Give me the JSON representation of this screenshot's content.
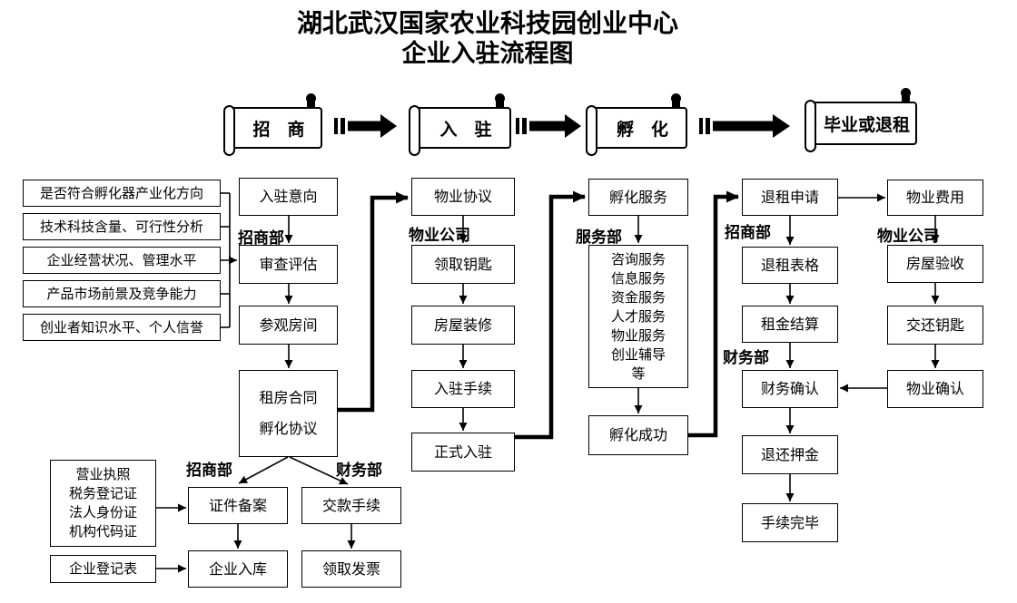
{
  "title": {
    "line1": "湖北武汉国家农业科技园创业中心",
    "line2": "企业入驻流程图"
  },
  "stages": {
    "s1": "招　商",
    "s2": "入　驻",
    "s3": "孵　化",
    "s4": "毕业或退租"
  },
  "criteria": [
    "是否符合孵化器产业化方向",
    "技术科技含量、可行性分析",
    "企业经营状况、管理水平",
    "产品市场前景及竞争能力",
    "创业者知识水平、个人信誉"
  ],
  "intake": {
    "dept": "招商部",
    "intention": "入驻意向",
    "review": "审查评估",
    "visit": "参观房间",
    "contract1": "租房合同",
    "contract2": "孵化协议"
  },
  "move_in": {
    "dept": "物业公司",
    "agreement": "物业协议",
    "keys": "领取钥匙",
    "renovation": "房屋装修",
    "procedures": "入驻手续",
    "official": "正式入驻"
  },
  "incubation": {
    "dept": "服务部",
    "service": "孵化服务",
    "services": [
      "咨询服务",
      "信息服务",
      "资金服务",
      "人才服务",
      "物业服务",
      "创业辅导",
      "等"
    ],
    "success": "孵化成功"
  },
  "exit": {
    "dept1": "招商部",
    "dept2": "财务部",
    "apply": "退租申请",
    "form": "退租表格",
    "settlement": "租金结算",
    "finance_confirm": "财务确认",
    "deposit": "退还押金",
    "complete": "手续完毕"
  },
  "property_exit": {
    "dept": "物业公司",
    "fee": "物业费用",
    "inspection": "房屋验收",
    "keys": "交还钥匙",
    "confirm": "物业确认"
  },
  "registration": {
    "dept1": "招商部",
    "dept2": "财务部",
    "certificates": [
      "营业执照",
      "税务登记证",
      "法人身份证",
      "机构代码证"
    ],
    "form": "企业登记表",
    "filing": "证件备案",
    "payment": "交款手续",
    "storage": "企业入库",
    "invoice": "领取发票"
  }
}
